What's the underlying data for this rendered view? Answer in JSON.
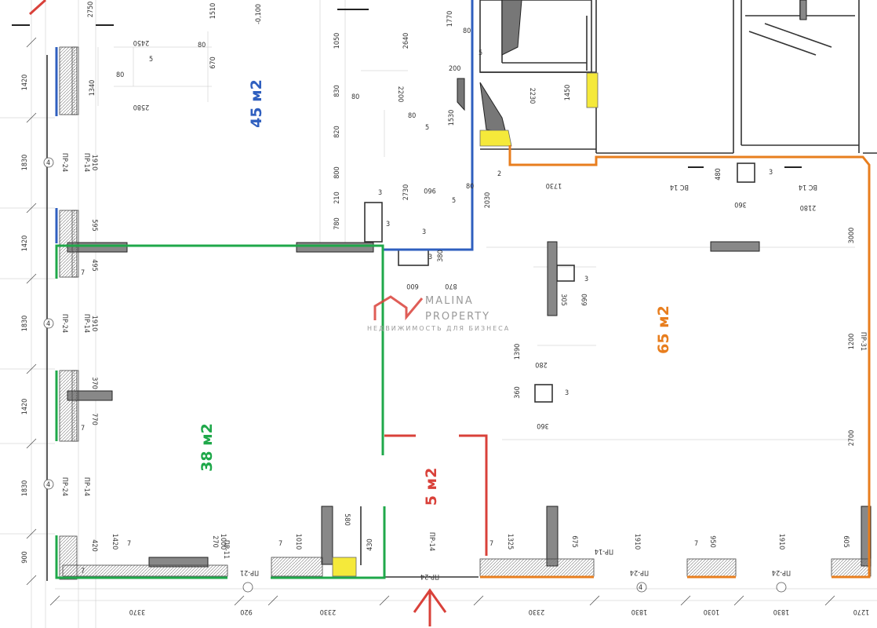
{
  "plan": {
    "rooms": [
      {
        "id": "room-45",
        "area": "45 м2",
        "color": "#2f5fbf"
      },
      {
        "id": "room-38",
        "area": "38 м2",
        "color": "#1fa84a"
      },
      {
        "id": "room-5",
        "area": "5 м2",
        "color": "#d9413a"
      },
      {
        "id": "room-65",
        "area": "65 м2",
        "color": "#e87e1e"
      }
    ],
    "logo": {
      "name_line1": "MALINA",
      "name_line2": "PROPERTY",
      "tagline": "НЕДВИЖИМОСТЬ ДЛЯ БИЗНЕСА",
      "color": "#d9413a"
    },
    "dimensions": {
      "bottom": [
        "3370",
        "920",
        "2330",
        "2330",
        "1830",
        "1030",
        "1830",
        "1270"
      ],
      "left": [
        "1420",
        "1830",
        "1420",
        "1830",
        "1420",
        "1830",
        "900"
      ],
      "top": [
        "2750",
        "1510",
        "2450",
        "670",
        "1340",
        "2580",
        "1050",
        "830",
        "820",
        "800",
        "210",
        "780",
        "2640",
        "2200",
        "1770",
        "1530",
        "2730",
        "2030",
        "1730",
        "2230",
        "1450"
      ],
      "mid": [
        "960",
        "870",
        "1390",
        "280",
        "360",
        "360",
        "690",
        "305",
        "360",
        "480",
        "2180",
        "3000",
        "1200",
        "2700",
        "380",
        "600",
        "430",
        "580",
        "1325",
        "675",
        "1910",
        "950",
        "1910",
        "605",
        "1000",
        "1010",
        "1420",
        "270",
        "420",
        "770",
        "370",
        "495",
        "595",
        "1910",
        "1910"
      ]
    },
    "marks": [
      "5",
      "5",
      "5",
      "5",
      "3",
      "3",
      "3",
      "3",
      "3",
      "3",
      "3",
      "80",
      "80",
      "80",
      "80",
      "80",
      "80",
      "200",
      "2",
      "4",
      "4",
      "4",
      "4",
      "7",
      "7",
      "7",
      "7",
      "7",
      "7",
      "7"
    ],
    "axis_labels": [
      "ПР-24",
      "ПР-14",
      "ПР-24",
      "ПР-14",
      "ПР-24",
      "ПР-14",
      "ПР-21",
      "ПР-11",
      "ПР-24",
      "ПР-14",
      "ПР-24",
      "ПР-14",
      "ПР-24",
      "ПР-31",
      "ВС 14",
      "ВС 14"
    ],
    "level": "-0,100"
  }
}
